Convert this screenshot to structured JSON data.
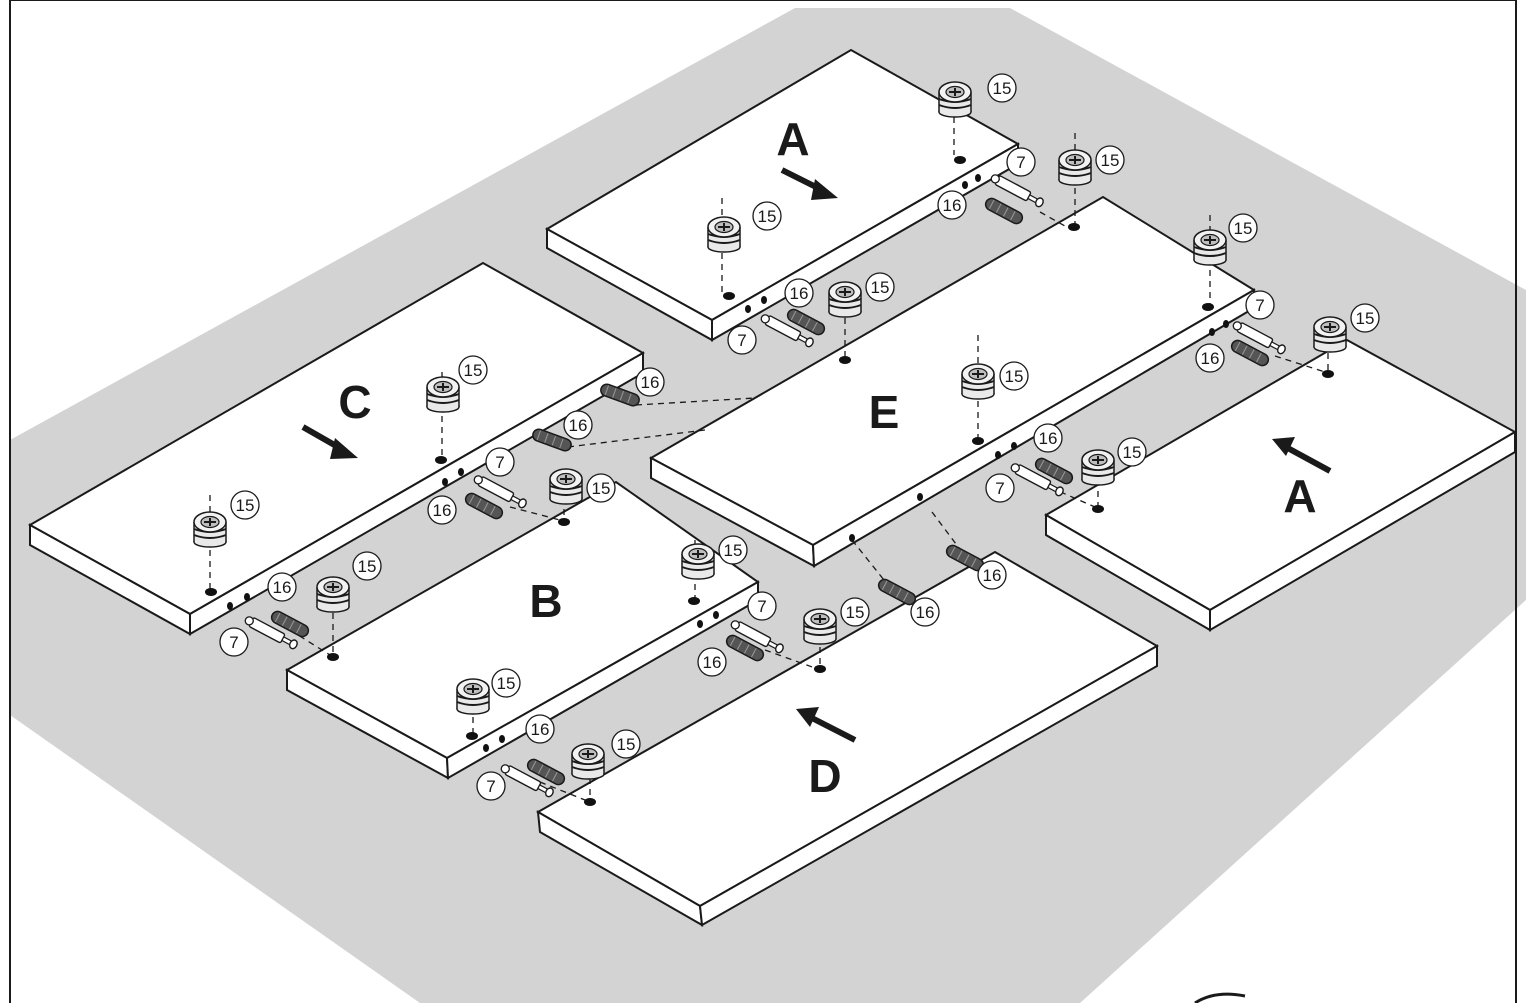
{
  "panels": {
    "a_top": {
      "label": "A"
    },
    "a_right": {
      "label": "A"
    },
    "b": {
      "label": "B"
    },
    "c": {
      "label": "C"
    },
    "d": {
      "label": "D"
    },
    "e": {
      "label": "E"
    }
  },
  "parts": {
    "cam_lock": {
      "number": "15",
      "icon": "cam-lock-icon"
    },
    "wood_dowel": {
      "number": "16",
      "icon": "wood-dowel-icon"
    },
    "cam_bolt": {
      "number": "7",
      "icon": "cam-bolt-icon"
    }
  },
  "colors": {
    "background_area": "#d3d3d3",
    "panel_fill": "#ffffff",
    "outline": "#1a1a1a"
  }
}
